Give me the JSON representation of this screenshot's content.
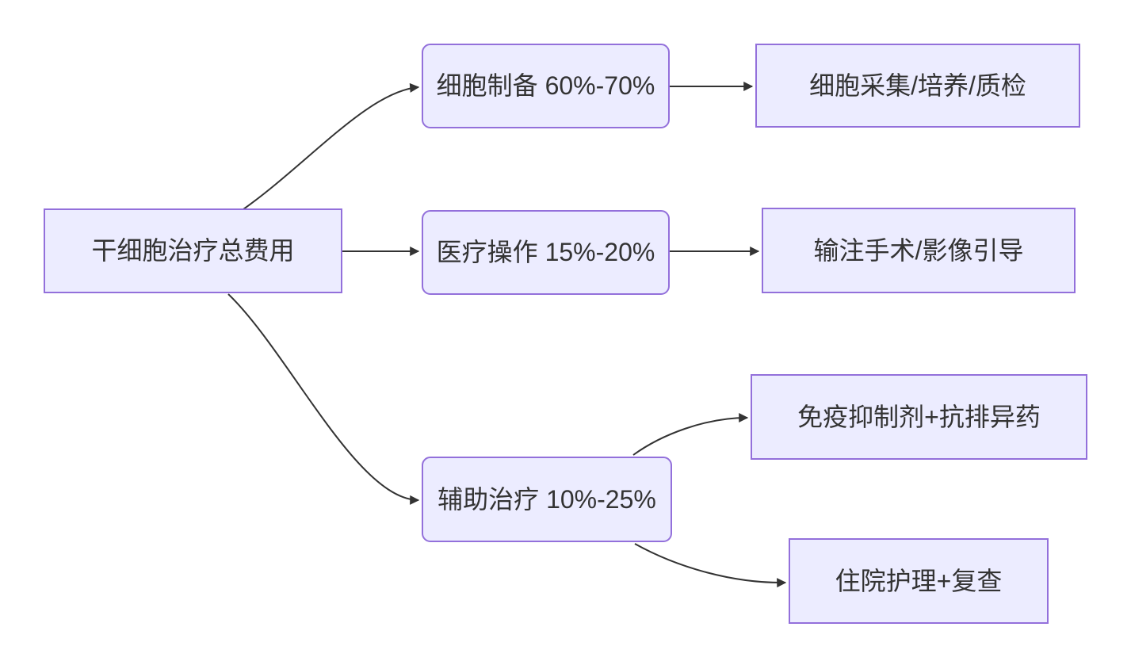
{
  "diagram": {
    "type": "flowchart",
    "direction": "left-to-right",
    "colors": {
      "node_fill": "#ECECFF",
      "node_border": "#9370DB",
      "edge_color": "#333333",
      "text_color": "#333333",
      "background": "#FFFFFF"
    },
    "nodes": [
      {
        "id": "root",
        "label": "干细胞治疗总费用",
        "shape": "rect"
      },
      {
        "id": "prep",
        "label": "细胞制备 60%-70%",
        "shape": "rounded"
      },
      {
        "id": "med",
        "label": "医疗操作 15%-20%",
        "shape": "rounded"
      },
      {
        "id": "aux",
        "label": "辅助治疗 10%-25%",
        "shape": "rounded"
      },
      {
        "id": "leaf1",
        "label": "细胞采集/培养/质检",
        "shape": "rect"
      },
      {
        "id": "leaf2",
        "label": "输注手术/影像引导",
        "shape": "rect"
      },
      {
        "id": "leaf3",
        "label": "免疫抑制剂+抗排异药",
        "shape": "rect"
      },
      {
        "id": "leaf4",
        "label": "住院护理+复查",
        "shape": "rect"
      }
    ],
    "edges": [
      {
        "from": "root",
        "to": "prep"
      },
      {
        "from": "root",
        "to": "med"
      },
      {
        "from": "root",
        "to": "aux"
      },
      {
        "from": "prep",
        "to": "leaf1"
      },
      {
        "from": "med",
        "to": "leaf2"
      },
      {
        "from": "aux",
        "to": "leaf3"
      },
      {
        "from": "aux",
        "to": "leaf4"
      }
    ]
  }
}
